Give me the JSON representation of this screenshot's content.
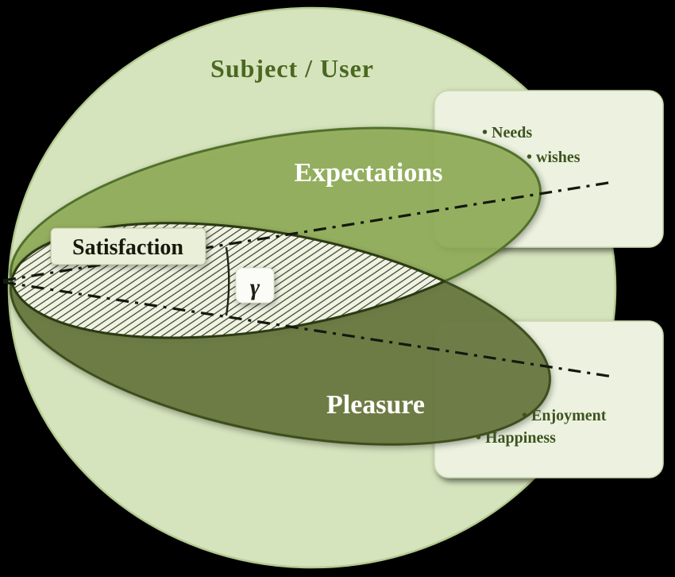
{
  "title": "Subject / User",
  "sets": {
    "expectations": "Expectations",
    "pleasure": "Pleasure",
    "intersection": "Satisfaction"
  },
  "angle": {
    "symbol": "γ"
  },
  "callout_top": {
    "items": [
      "• Needs",
      "• wishes"
    ]
  },
  "callout_bottom": {
    "items": [
      "• Enjoyment",
      "• Happiness"
    ]
  },
  "colors": {
    "background": "#000000",
    "subject_fill": "#d6e4bd",
    "subject_stroke": "#b5cb90",
    "expectations_fill": "#8fac57",
    "expectations_stroke": "#50702c",
    "pleasure_fill": "#66773d",
    "pleasure_stroke": "#3e4e1e",
    "intersection_fill": "#f6f8eb",
    "intersection_stroke": "#2c3a14",
    "hatch_line": "#333e1e",
    "callout_fill": "#ecf2df",
    "callout_stroke": "#c9d6ae",
    "title_color": "#4a6820",
    "bullet_color": "#3e541f",
    "axis_line_color": "#14190e"
  }
}
